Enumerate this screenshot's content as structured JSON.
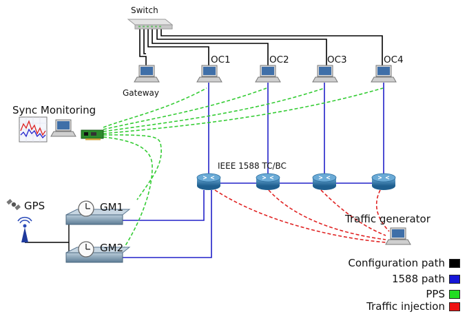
{
  "labels": {
    "switch": "Switch",
    "gateway": "Gateway",
    "oc1": "OC1",
    "oc2": "OC2",
    "oc3": "OC3",
    "oc4": "OC4",
    "sync_monitoring": "Sync Monitoring",
    "ieee": "IEEE 1588 TC/BC",
    "gps": "GPS",
    "gm1": "GM1",
    "gm2": "GM2",
    "traffic_generator": "Traffic generator"
  },
  "legend": [
    {
      "label": "Configuration path",
      "color": "#000000"
    },
    {
      "label": "1588 path",
      "color": "#1616d8"
    },
    {
      "label": "PPS",
      "color": "#22dd22"
    },
    {
      "label": "Traffic injection",
      "color": "#ee1111"
    }
  ],
  "colors": {
    "config": "#000000",
    "ptp": "#2020c8",
    "pps": "#33cc33",
    "traffic": "#e02222",
    "router_fill": "#3a7fb0",
    "gm_fill": "#8aa8bf"
  },
  "icons": [
    "switch-icon",
    "laptop-icon",
    "router-icon",
    "clock-icon",
    "gps-antenna-icon",
    "satellite-icon",
    "chart-icon",
    "network-card-icon"
  ]
}
